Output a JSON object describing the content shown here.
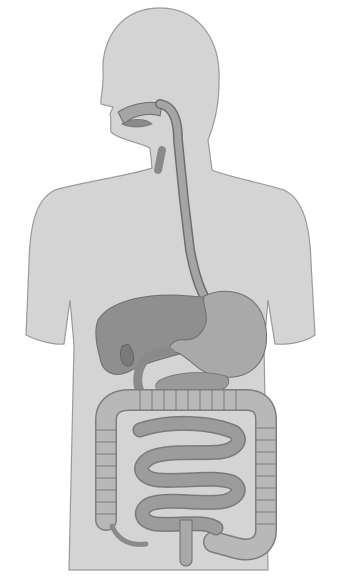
{
  "diagram": {
    "subject": "human-digestive-system",
    "colors": {
      "background": "#ffffff",
      "body_fill": "#d4d4d4",
      "body_outline": "#9a9a9a",
      "liver": "#8f8f8f",
      "stomach": "#a9a9a9",
      "large_intestine": "#b4b4b4",
      "small_intestine": "#999999",
      "esophagus": "#a5a5a5",
      "organ_outline": "#6e6e6e"
    },
    "organs": [
      "body-silhouette",
      "mouth",
      "esophagus",
      "liver",
      "gallbladder",
      "stomach",
      "pancreas",
      "large-intestine",
      "small-intestine",
      "appendix",
      "rectum"
    ]
  }
}
